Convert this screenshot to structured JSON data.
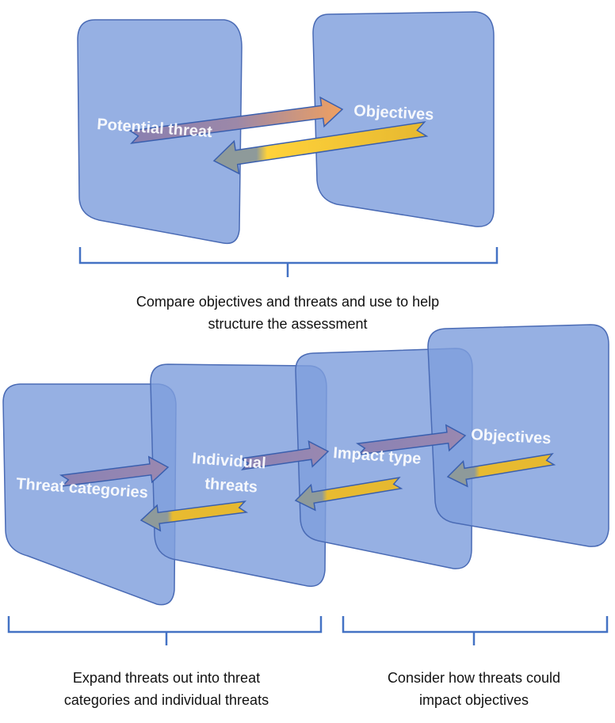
{
  "top": {
    "panel_left_label": "Potential threat",
    "panel_right_label": "Objectives",
    "caption_line1": "Compare objectives and threats and use to help",
    "caption_line2": "structure the assessment"
  },
  "bottom": {
    "panels": [
      "Threat categories",
      "Individual",
      "threats",
      "Impact type",
      "Objectives"
    ],
    "left_caption_line1": "Expand threats out into threat",
    "left_caption_line2": "categories and individual  threats",
    "right_caption_line1": "Consider  how threats could",
    "right_caption_line2": "impact objectives"
  },
  "colors": {
    "panel": "#7f9fdd",
    "forward_arrow": "#f0a060",
    "back_arrow": "#f2c230",
    "brace": "#4472c4"
  }
}
